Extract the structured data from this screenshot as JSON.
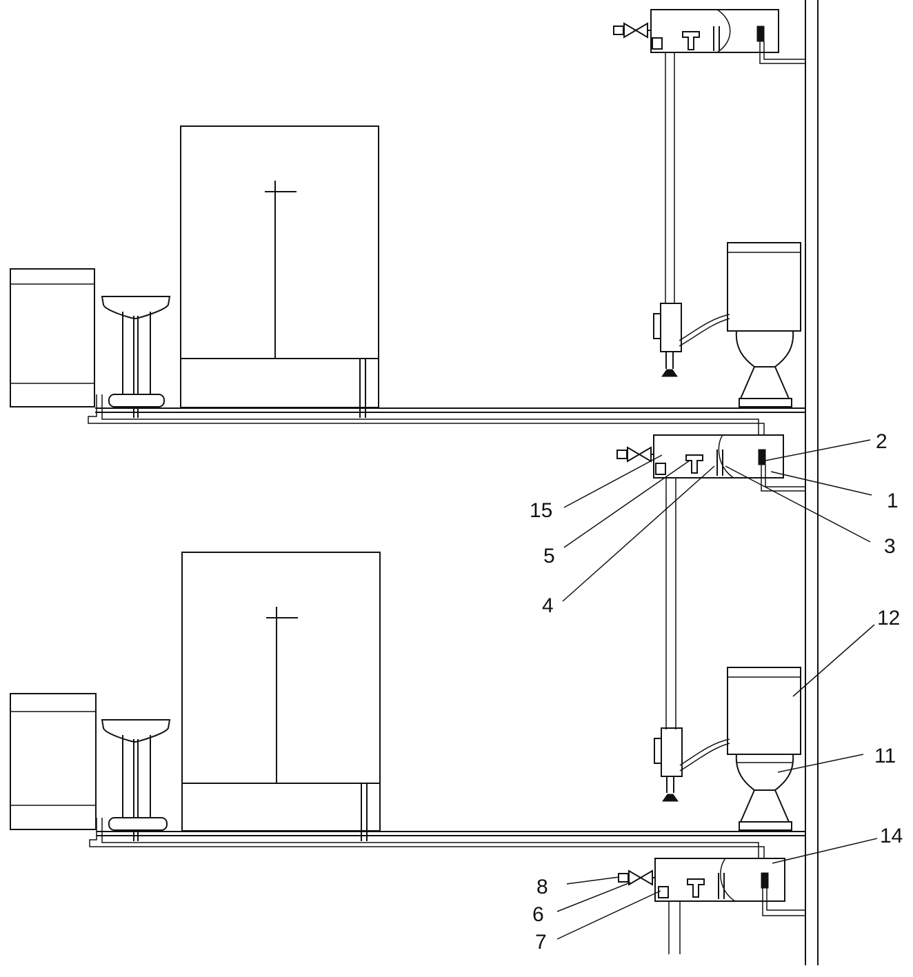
{
  "diagram": {
    "labels": {
      "l1": "1",
      "l2": "2",
      "l3": "3",
      "l4": "4",
      "l5": "5",
      "l6": "6",
      "l7": "7",
      "l8": "8",
      "l11": "11",
      "l12": "12",
      "l14": "14",
      "l15": "15"
    }
  },
  "colors": {
    "line": "#111111",
    "background": "#ffffff"
  }
}
